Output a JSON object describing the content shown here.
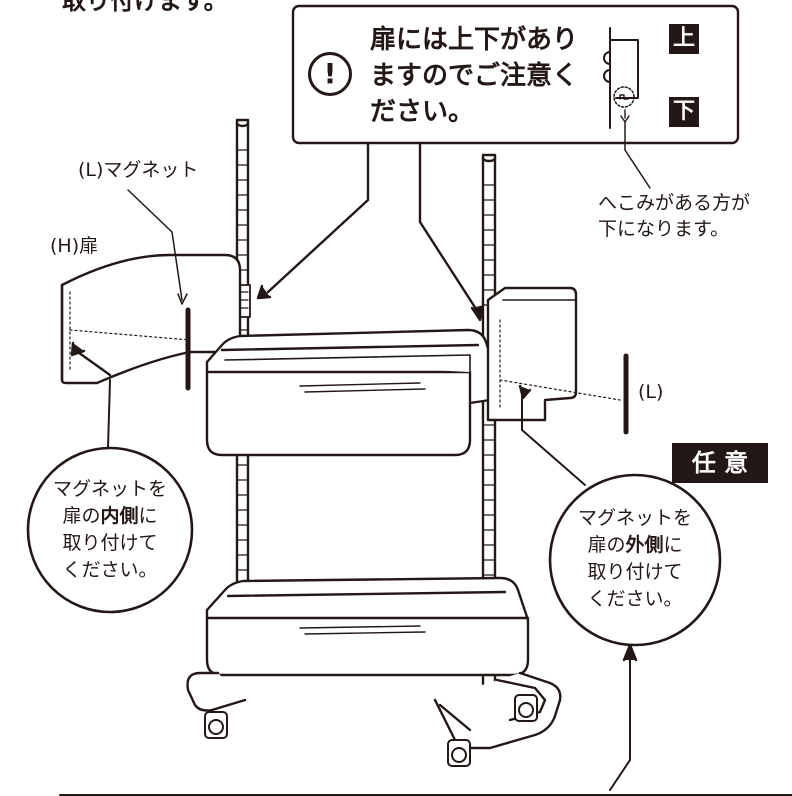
{
  "header_fragment": "取り付けます。",
  "notice": {
    "icon": "exclamation-circle-icon",
    "lines": [
      "扉には上下があり",
      "ますのでご注意く",
      "ださい。"
    ],
    "top_badge": "上",
    "bottom_badge": "下"
  },
  "dent_note": [
    "へこみがある方が",
    "下になります。"
  ],
  "labels": {
    "magnet_L": "(L)マグネット",
    "door_H": "(H)扉",
    "magnet_right": "(L)"
  },
  "optional_badge": "任 意",
  "left_circle": {
    "line1": "マグネットを",
    "line2_pre": "扉の",
    "line2_bold": "内側",
    "line2_post": "に",
    "line3": "取り付けて",
    "line4": "ください。"
  },
  "right_circle": {
    "line1": "マグネットを",
    "line2_pre": "扉の",
    "line2_bold": "外側",
    "line2_post": "に",
    "line3": "取り付けて",
    "line4": "ください。"
  },
  "colors": {
    "ink": "#231815",
    "badge_bg": "#231815",
    "badge_text": "#ffffff",
    "background": "#ffffff"
  }
}
